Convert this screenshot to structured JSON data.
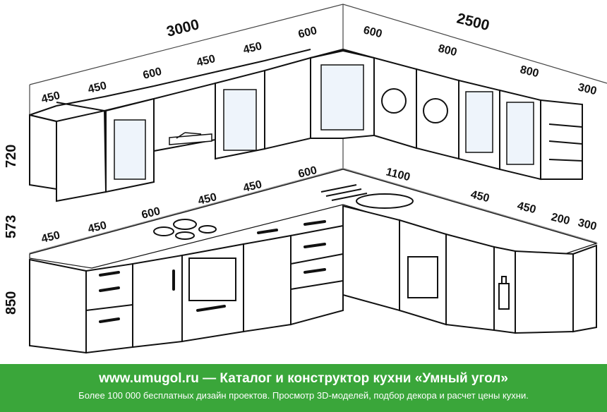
{
  "dimensions": {
    "total_left": "3000",
    "total_right": "2500",
    "height_upper": "720",
    "height_worktop": "573",
    "height_base": "850",
    "upper_left": [
      "450",
      "450",
      "600",
      "450",
      "450",
      "600"
    ],
    "upper_right": [
      "600",
      "800",
      "800",
      "300"
    ],
    "base_left": [
      "450",
      "450",
      "600",
      "450",
      "450",
      "600"
    ],
    "base_right": [
      "1100",
      "450",
      "450",
      "200",
      "300"
    ]
  },
  "footer": {
    "site": "www.umugol.ru",
    "title": " — Каталог и конструктор кухни «Умный угол»",
    "subtitle": "Более 100 000 бесплатных дизайн проектов. Просмотр 3D-моделей, подбор декора и расчет цены кухни."
  },
  "colors": {
    "banner": "#3aa63a",
    "outline": "#111111",
    "worktop": "#8a8a8a"
  }
}
